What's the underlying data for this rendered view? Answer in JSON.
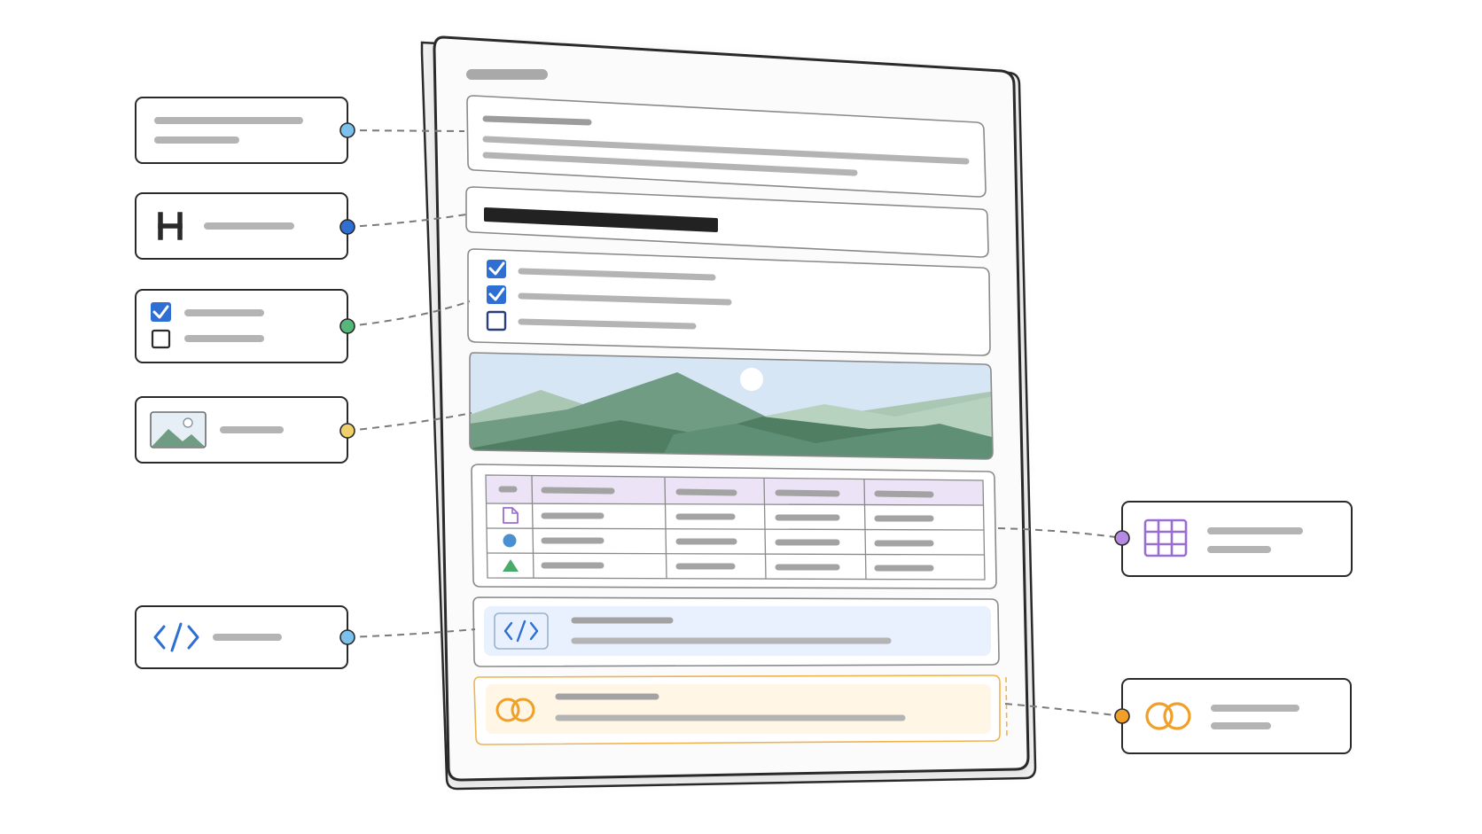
{
  "diagram": {
    "title": "",
    "document_blocks": [
      {
        "id": "paragraph",
        "kind": "text-paragraph"
      },
      {
        "id": "heading",
        "kind": "heading"
      },
      {
        "id": "checklist",
        "kind": "checklist",
        "items": [
          {
            "checked": true
          },
          {
            "checked": true
          },
          {
            "checked": false
          }
        ]
      },
      {
        "id": "image",
        "kind": "image"
      },
      {
        "id": "table",
        "kind": "table",
        "rows": 3,
        "columns": 5,
        "row_icons": [
          "file-icon",
          "circle-icon",
          "triangle-icon"
        ]
      },
      {
        "id": "code",
        "kind": "code-block"
      },
      {
        "id": "embed",
        "kind": "linked-embed"
      }
    ],
    "callouts": [
      {
        "id": "paragraph",
        "side": "left",
        "icon": "text-lines-icon",
        "dot_color": "#7cc0ec"
      },
      {
        "id": "heading",
        "side": "left",
        "icon": "heading-icon",
        "icon_glyph": "H",
        "dot_color": "#2f6fd4"
      },
      {
        "id": "checklist",
        "side": "left",
        "icon": "checkbox-icon",
        "dot_color": "#55b87a"
      },
      {
        "id": "image",
        "side": "left",
        "icon": "image-icon",
        "dot_color": "#f0d06a"
      },
      {
        "id": "code",
        "side": "left",
        "icon": "code-icon",
        "icon_glyph": "</>",
        "dot_color": "#7cc0ec"
      },
      {
        "id": "table",
        "side": "right",
        "icon": "grid-icon",
        "dot_color": "#b48be0"
      },
      {
        "id": "embed",
        "side": "right",
        "icon": "rings-icon",
        "dot_color": "#f0a028"
      }
    ],
    "colors": {
      "accent_blue": "#2f6fd4",
      "accent_purple": "#9a6dd0",
      "accent_orange": "#f0a028",
      "table_header": "#ece3f7",
      "code_bg": "#e8f1fd",
      "embed_bg": "#fff6e6",
      "mountain_dark": "#4f7e63",
      "mountain_light": "#8fb8a0",
      "sky": "#d6e6f4"
    }
  }
}
